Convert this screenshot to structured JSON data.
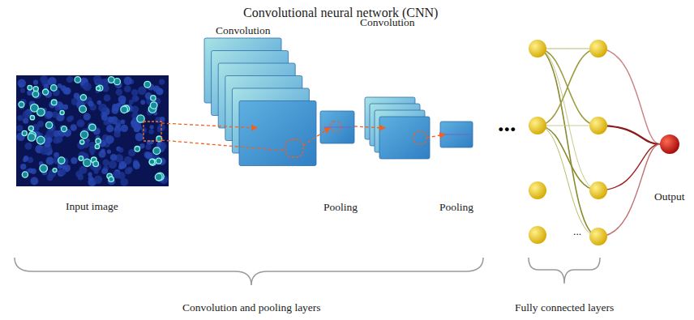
{
  "diagram": {
    "title": "Convolutional neural network (CNN)",
    "labels": [
      "Convolution",
      "Convolution",
      "Input image",
      "Pooling",
      "Pooling",
      "...",
      "...",
      "Output",
      "Convolution and pooling layers",
      "Fully connected layers"
    ]
  }
}
